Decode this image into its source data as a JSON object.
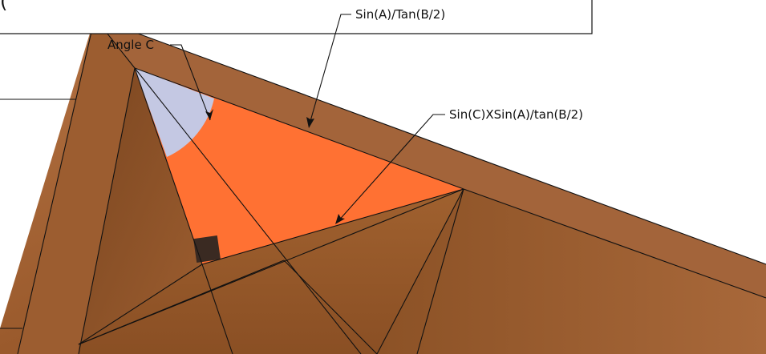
{
  "labels": {
    "corner_fragment": "(",
    "angle_c": "Angle C",
    "sin_a_tan_b2": "Sin(A)/Tan(B/2)",
    "sin_c_sin_a_tan_b2": "Sin(C)XSin(A)/tan(B/2)"
  },
  "colors": {
    "wood_light": "#a8683a",
    "wood_mid": "#8e5328",
    "wood_dark": "#6e3e1c",
    "orange_face": "#ff7133",
    "angle_arc": "#c4c8e3",
    "right_angle_marker": "#3a2a22",
    "line": "#111111"
  }
}
